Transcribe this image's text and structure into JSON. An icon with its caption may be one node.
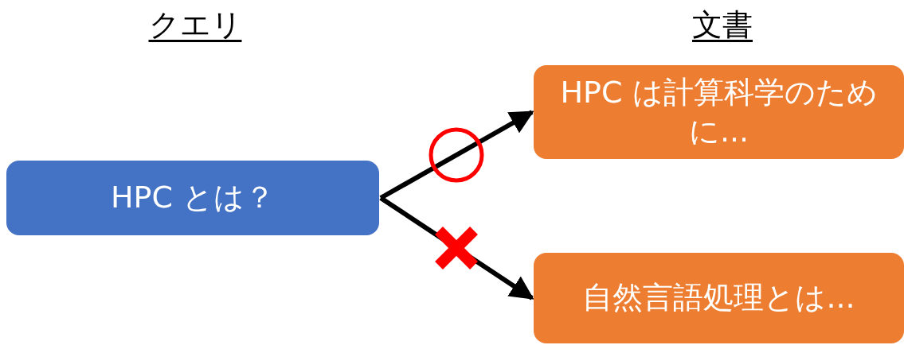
{
  "diagram": {
    "nodes": [
      {
        "text": [
          "HPC とは？"
        ]
      },
      {
        "text": [
          "HPC は計算科学のために..."
        ]
      },
      {
        "text": [
          "自然言語処理とは..."
        ]
      }
    ],
    "edges": [
      {
        "from": 0,
        "to": 1,
        "arrow": "to"
      },
      {
        "from": 0,
        "to": 2,
        "arrow": "to"
      }
    ],
    "labels": [
      "クエリ",
      "文書"
    ]
  }
}
